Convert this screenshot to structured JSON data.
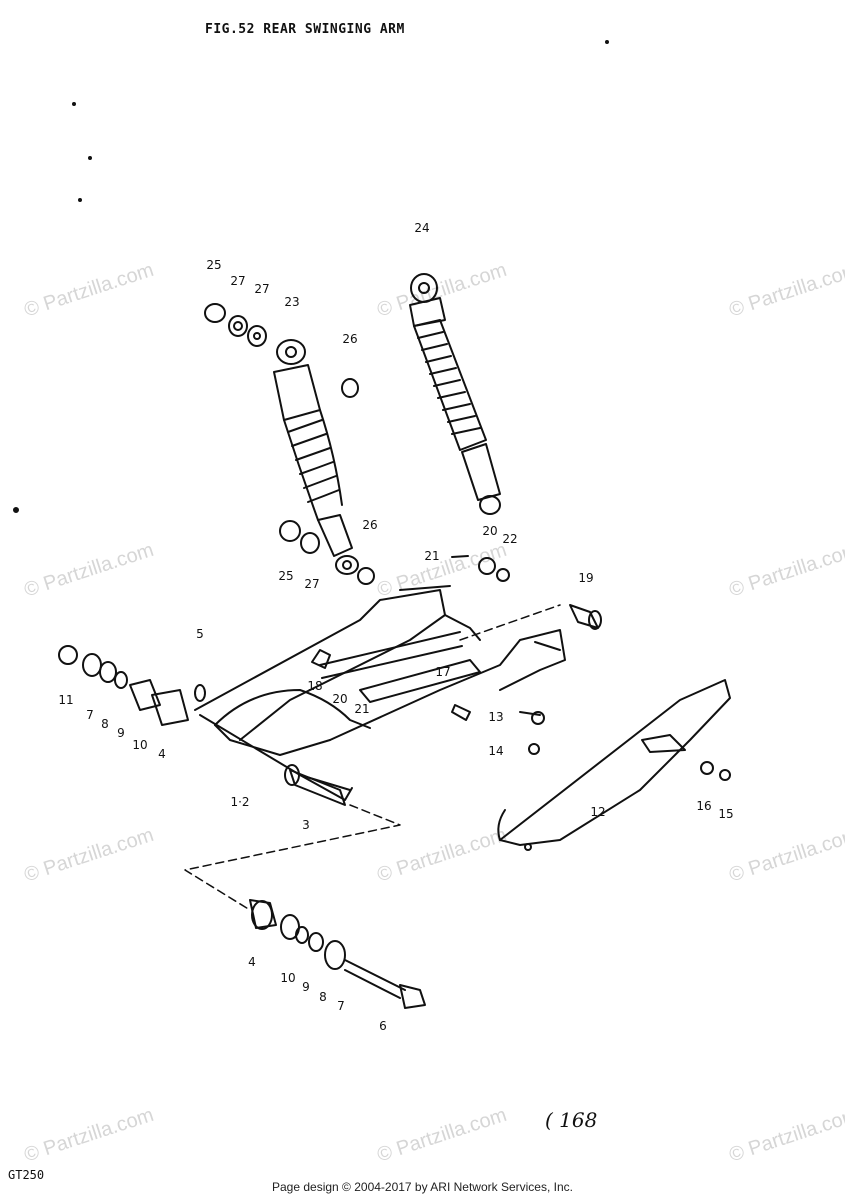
{
  "title": "FIG.52  REAR SWINGING ARM",
  "watermark": "© Partzilla.com",
  "page_number": "( 168",
  "model_code": "GT250",
  "footer": "Page design © 2004-2017 by ARI Network Services, Inc.",
  "callouts": [
    "25",
    "27",
    "27",
    "23",
    "24",
    "26",
    "26",
    "25",
    "27",
    "20",
    "22",
    "21",
    "19",
    "5",
    "17",
    "18",
    "20",
    "21",
    "13",
    "14",
    "11",
    "7",
    "8",
    "9",
    "10",
    "4",
    "1·2",
    "3",
    "12",
    "16",
    "15",
    "4",
    "10",
    "9",
    "8",
    "7",
    "6"
  ]
}
